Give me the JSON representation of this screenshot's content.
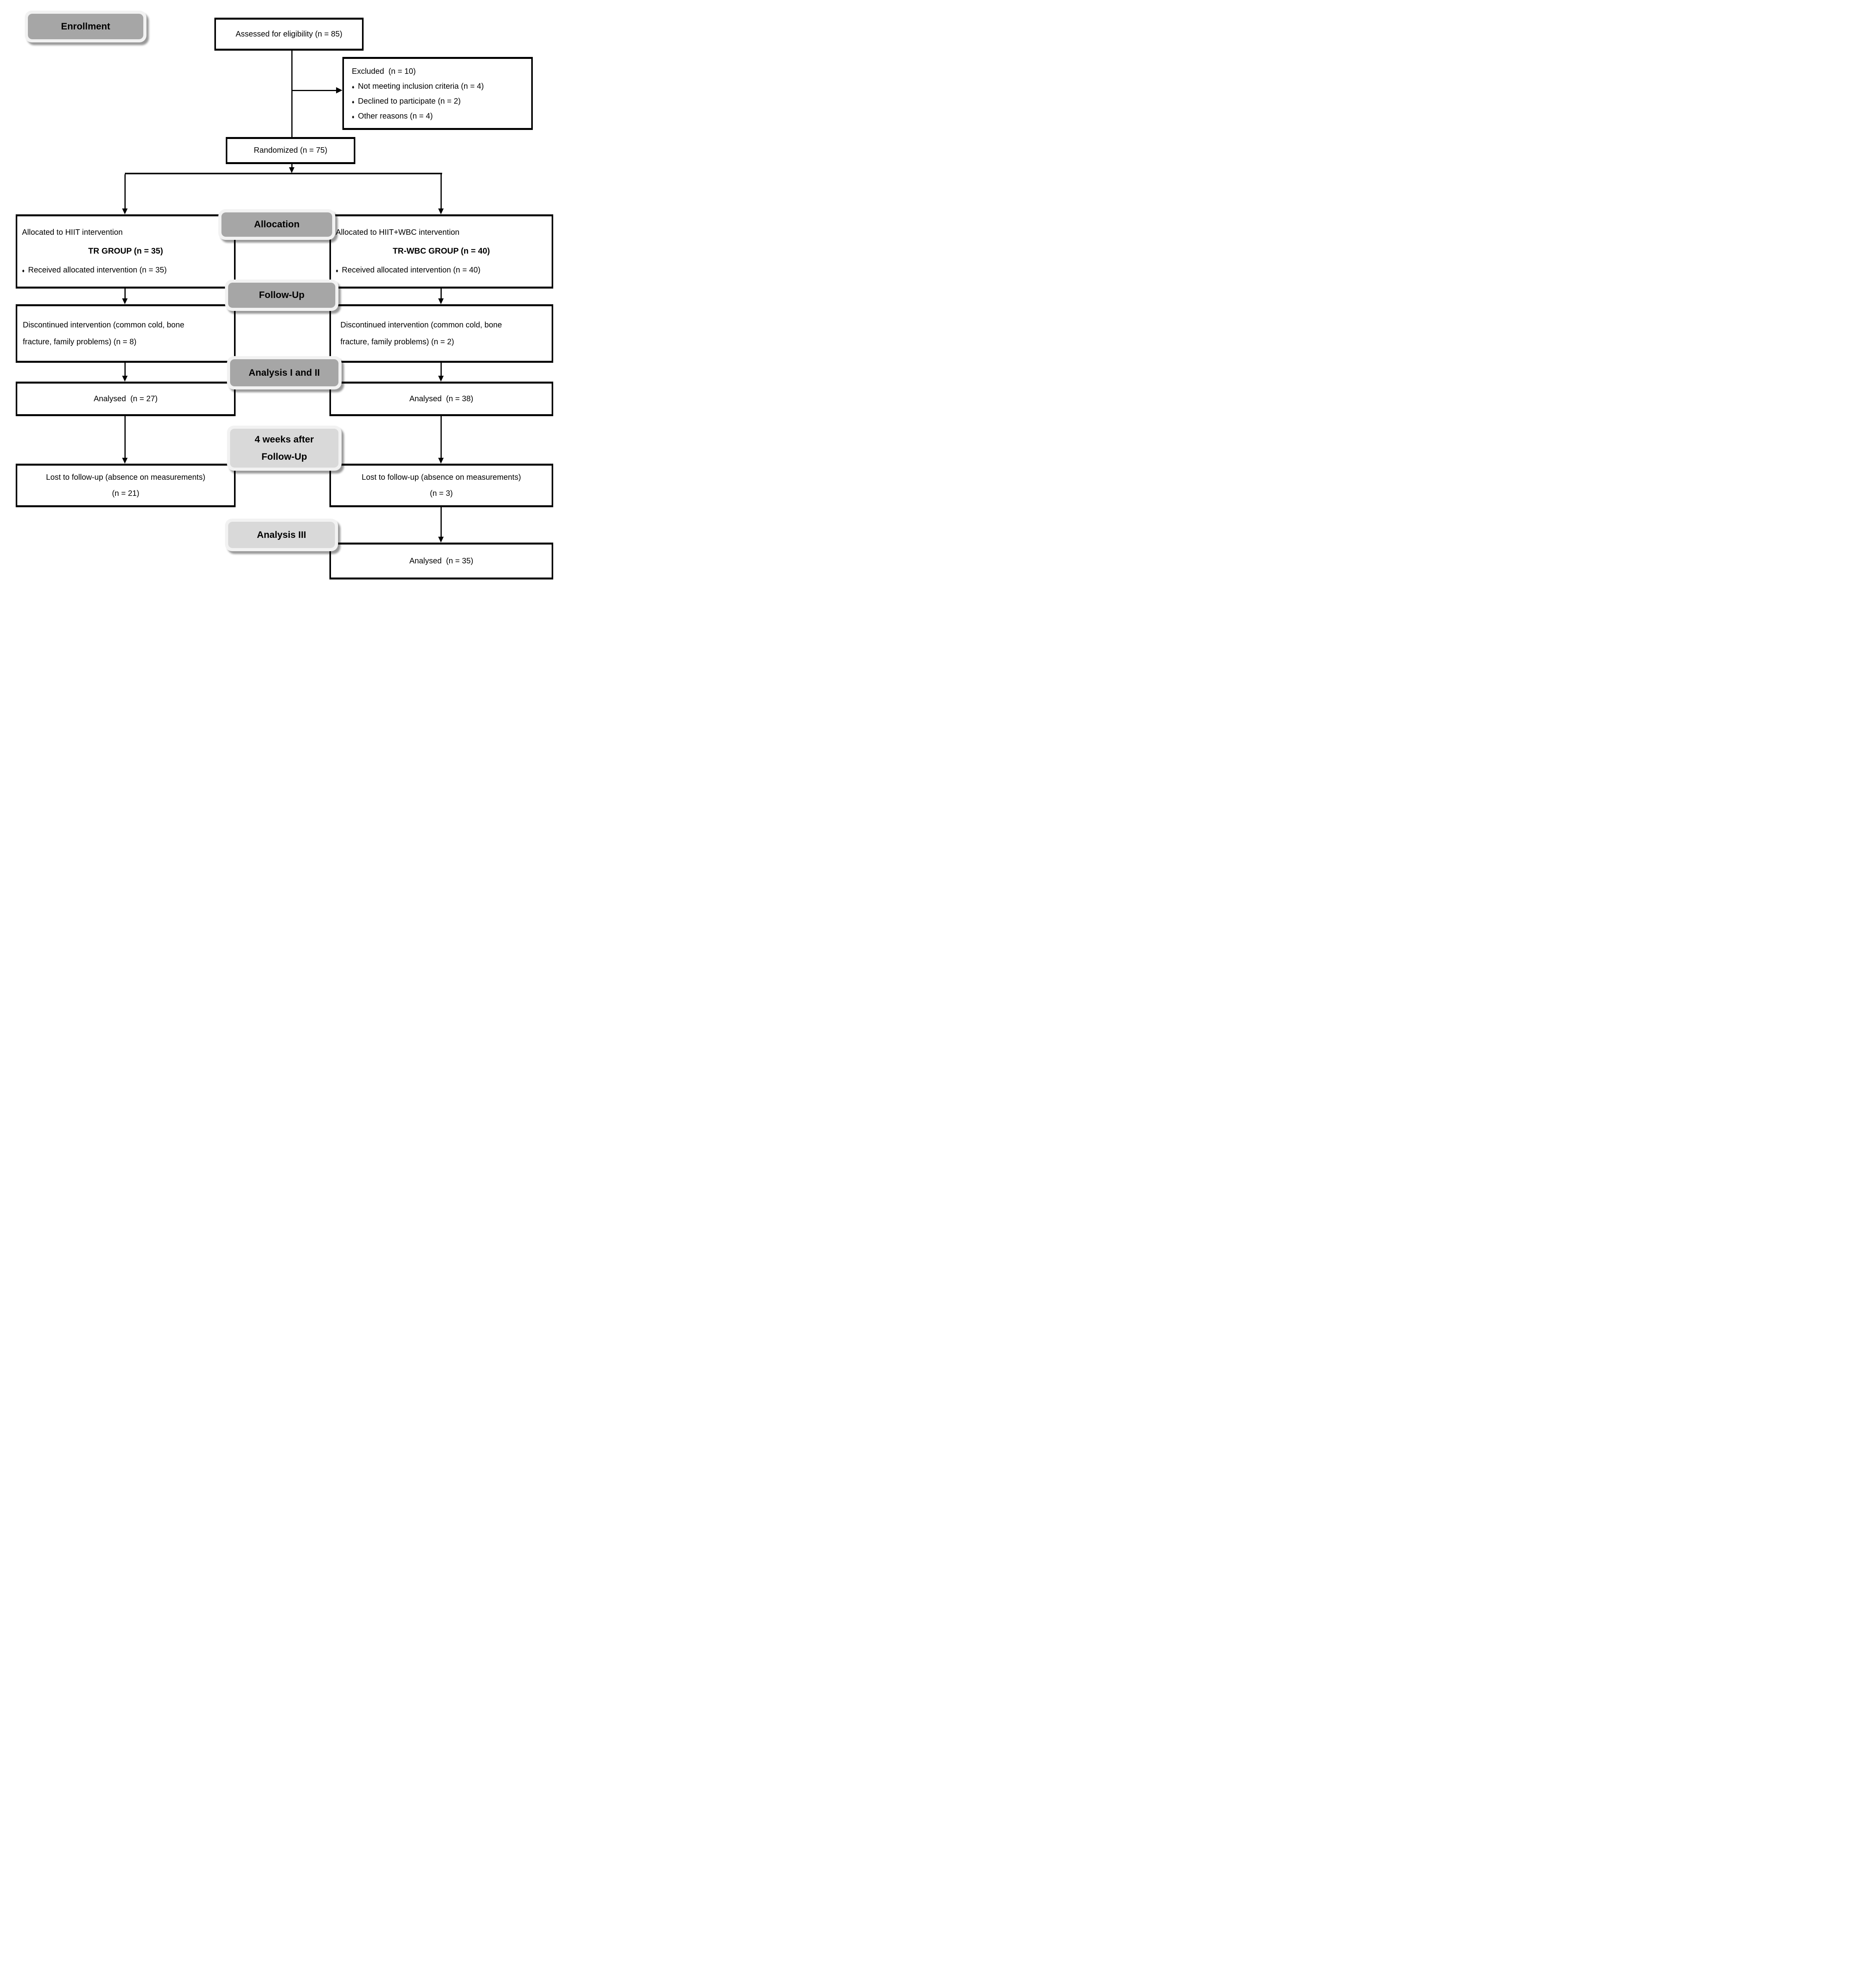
{
  "bullet_char": "♦",
  "colors": {
    "label_dark": "#a6a6a6",
    "label_light": "#d9d9d9",
    "label_border": "#f2f2f2",
    "box_border": "#000000",
    "background": "#ffffff"
  },
  "labels": {
    "enrollment": "Enrollment",
    "allocation": "Allocation",
    "followup": "Follow-Up",
    "analysis12": "Analysis I and II",
    "weeks4_line1": "4 weeks after",
    "weeks4_line2": "Follow-Up",
    "analysis3": "Analysis III"
  },
  "boxes": {
    "assessed": {
      "text": "Assessed for eligibility (n = 85)"
    },
    "excluded": {
      "title": "Excluded  (n = 10)",
      "items": [
        "Not meeting inclusion criteria (n = 4)",
        "Declined to participate (n = 2)",
        "Other reasons (n = 4)"
      ]
    },
    "randomized": {
      "text": "Randomized (n = 75)"
    },
    "alloc_left": {
      "line1": "Allocated to HIIT intervention",
      "line2": "TR GROUP (n = 35)",
      "bullet": "Received allocated intervention (n = 35)"
    },
    "alloc_right": {
      "line1": "Allocated to HIIT+WBC intervention",
      "line2": "TR-WBC GROUP (n = 40)",
      "bullet": "Received allocated intervention (n = 40)"
    },
    "disc_left": {
      "line1": "Discontinued intervention (common cold, bone",
      "line2": "fracture, family problems) (n = 8)"
    },
    "disc_right": {
      "line1": "Discontinued intervention (common cold, bone",
      "line2": "fracture, family problems) (n = 2)"
    },
    "analysed_left": {
      "text": "Analysed  (n = 27)"
    },
    "analysed_right": {
      "text": "Analysed  (n = 38)"
    },
    "lost_left": {
      "line1": "Lost to follow-up (absence on measurements)",
      "line2": "(n = 21)"
    },
    "lost_right": {
      "line1": "Lost to follow-up (absence on measurements)",
      "line2": "(n = 3)"
    },
    "final": {
      "text": "Analysed  (n = 35)"
    }
  }
}
